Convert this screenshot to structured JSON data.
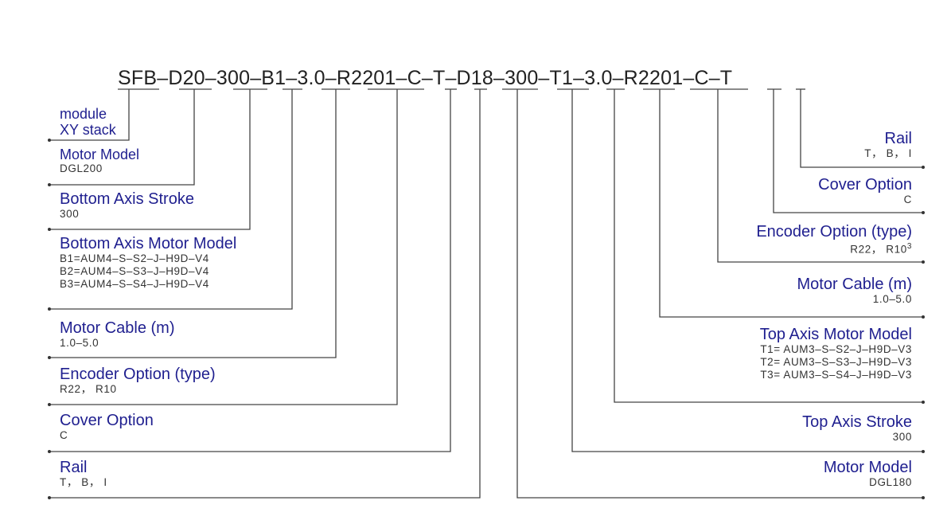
{
  "model_code": "SFB–D20–300–B1–3.0–R2201–C–T–D18–300–T1–3.0–R2201–C–T",
  "left": {
    "module": {
      "line1": "module",
      "line2": "XY stack"
    },
    "motor_model": {
      "title": "Motor Model",
      "value": "DGL200"
    },
    "bottom_axis_stroke": {
      "title": "Bottom Axis Stroke",
      "value": "300"
    },
    "bottom_axis_motor_model": {
      "title": "Bottom Axis Motor Model",
      "values": [
        "B1=AUM4–S–S2–J–H9D–V4",
        "B2=AUM4–S–S3–J–H9D–V4",
        "B3=AUM4–S–S4–J–H9D–V4"
      ]
    },
    "motor_cable": {
      "title": "Motor Cable (m)",
      "value": "1.0–5.0"
    },
    "encoder_option": {
      "title": "Encoder Option (type)",
      "value": "R22， R10"
    },
    "cover_option": {
      "title": "Cover Option",
      "value": "C"
    },
    "rail": {
      "title": "Rail",
      "value": "T， B， I"
    }
  },
  "right": {
    "rail": {
      "title": "Rail",
      "value": "T， B， I"
    },
    "cover_option": {
      "title": "Cover Option",
      "value": "C"
    },
    "encoder_option": {
      "title": "Encoder Option (type)",
      "value": "R22， R10",
      "superscript": "3"
    },
    "motor_cable": {
      "title": "Motor Cable (m)",
      "value": "1.0–5.0"
    },
    "top_axis_motor_model": {
      "title": "Top Axis Motor Model",
      "values": [
        "T1= AUM3–S–S2–J–H9D–V3",
        "T2= AUM3–S–S3–J–H9D–V3",
        "T3= AUM3–S–S4–J–H9D–V3"
      ]
    },
    "top_axis_stroke": {
      "title": "Top Axis Stroke",
      "value": "300"
    },
    "motor_model": {
      "title": "Motor Model",
      "value": "DGL180"
    }
  }
}
